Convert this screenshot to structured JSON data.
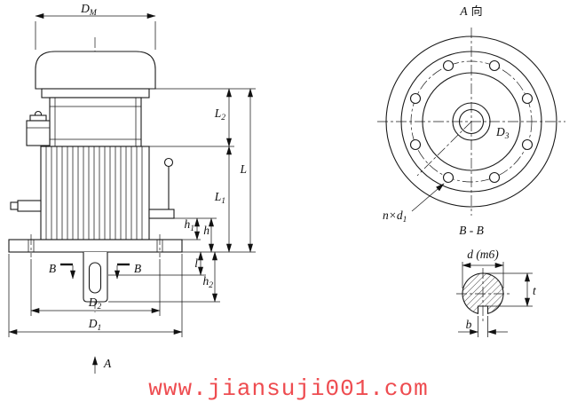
{
  "watermark": "www.jiansuji001.com",
  "side_view": {
    "dim_dm": {
      "base": "D",
      "sub": "M"
    },
    "dim_l2": {
      "base": "L",
      "sub": "2"
    },
    "dim_l": {
      "base": "L",
      "sub": ""
    },
    "dim_l1": {
      "base": "L",
      "sub": "1"
    },
    "dim_h1": {
      "base": "h",
      "sub": "1"
    },
    "dim_h": {
      "base": "h",
      "sub": ""
    },
    "dim_l_small": {
      "base": "l",
      "sub": ""
    },
    "dim_h2": {
      "base": "h",
      "sub": "2"
    },
    "dim_d2": {
      "base": "D",
      "sub": "2"
    },
    "dim_d1": {
      "base": "D",
      "sub": "1"
    },
    "section_mark_left": "B",
    "section_mark_right": "B",
    "view_arrow": "A"
  },
  "flange_view": {
    "title_letter": "A",
    "title_suffix": "向",
    "dim_d3": {
      "base": "D",
      "sub": "3"
    },
    "bolt_note": {
      "base": "n×d",
      "sub": "1"
    }
  },
  "section_view": {
    "title": "B - B",
    "dim_shaft": "d (m6)",
    "dim_t": "t",
    "dim_b": "b"
  }
}
